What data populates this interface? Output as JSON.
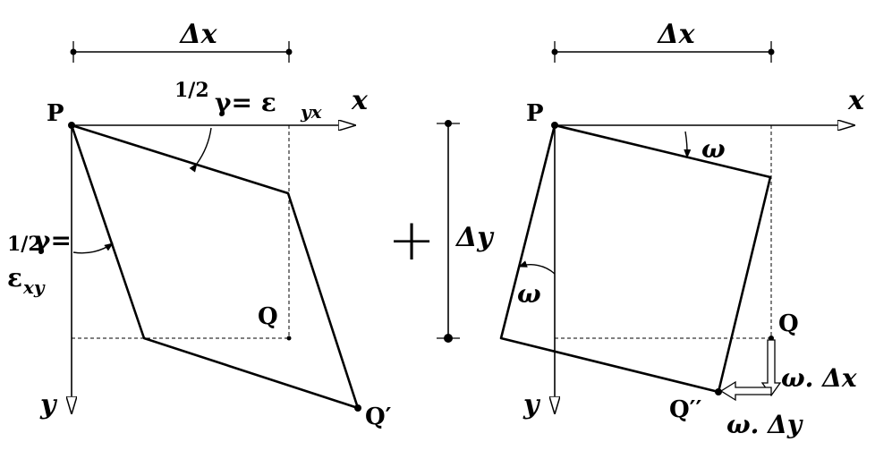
{
  "left": {
    "dx_label": "Δx",
    "x_axis": "x",
    "y_axis": "y",
    "point_p": "P",
    "point_q": "Q",
    "point_q_prime": "Q′",
    "angle_top_frac": "1/2",
    "angle_top_eq": "γ= ε",
    "angle_top_sub": "yx",
    "angle_left_frac": "1/2",
    "angle_left_eq": "γ=",
    "angle_left_eps": "ε",
    "angle_left_sub": "xy"
  },
  "operator": "+",
  "dy_label": "Δy",
  "right": {
    "dx_label": "Δx",
    "x_axis": "x",
    "y_axis": "y",
    "point_p": "P",
    "point_q": "Q",
    "point_q_dprime": "Q′′",
    "omega_top": "ω",
    "omega_left": "ω",
    "omega_dx": "ω. Δx",
    "omega_dy": "ω. Δy"
  }
}
